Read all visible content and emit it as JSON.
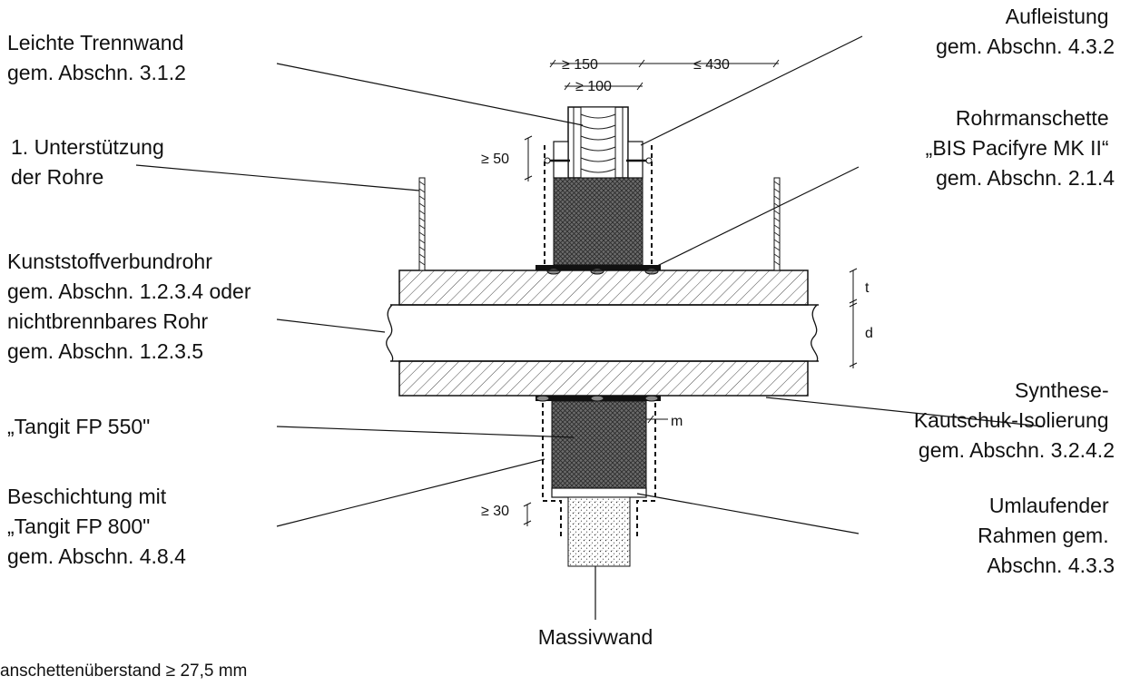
{
  "labels": {
    "leichte_trennwand": [
      "Leichte Trennwand",
      "gem. Abschn. 3.1.2"
    ],
    "unterstuetzung": [
      "1. Unterstützung",
      "der Rohre"
    ],
    "rohr": [
      "Kunststoffverbundrohr",
      "gem. Abschn. 1.2.3.4 oder",
      "nichtbrennbares Rohr",
      "gem. Abschn. 1.2.3.5"
    ],
    "tangit550": [
      "„Tangit FP 550\""
    ],
    "beschichtung": [
      "Beschichtung mit",
      "„Tangit FP 800\"",
      "gem. Abschn. 4.8.4"
    ],
    "aufleistung": [
      "Aufleistung",
      "gem. Abschn. 4.3.2"
    ],
    "manschette": [
      "Rohrmanschette",
      "„BIS Pacifyre MK II“",
      "gem. Abschn. 2.1.4"
    ],
    "isolierung": [
      "Synthese-",
      "Kautschuk-Isolierung",
      "gem. Abschn. 3.2.4.2"
    ],
    "rahmen": [
      "Umlaufender",
      "Rahmen gem.",
      "Abschn. 4.3.3"
    ],
    "massivwand": [
      "Massivwand"
    ]
  },
  "dimensions": {
    "dim_150": "≥ 150",
    "dim_430": "≤ 430",
    "dim_100": "≥ 100",
    "dim_50": "≥ 50",
    "dim_30": "≥ 30",
    "t": "t",
    "d": "d",
    "m": "m"
  },
  "footnote": "anschettenüberstand ≥ 27,5 mm"
}
